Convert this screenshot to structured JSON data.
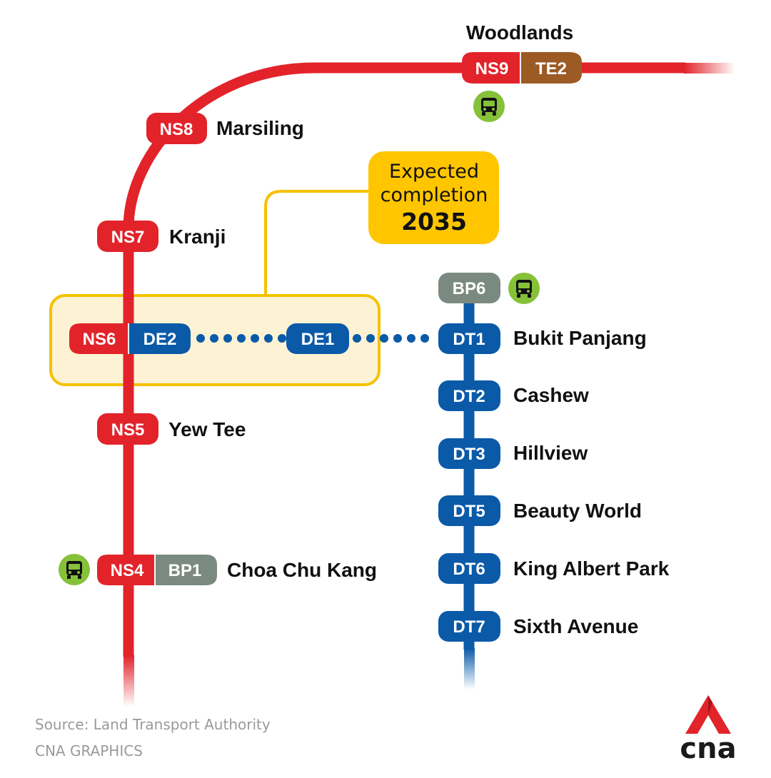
{
  "colors": {
    "ns_line": "#e2232a",
    "dt_line": "#0a5aa8",
    "te_line": "#9c5a25",
    "bp_line": "#7b8a80",
    "highlight_border": "#f4c200",
    "highlight_fill": "#fdf2d4",
    "callout_fill": "#ffc600",
    "bus_icon_bg": "#86c13a",
    "logo_red": "#e2232a"
  },
  "callout": {
    "line1": "Expected",
    "line2": "completion",
    "year": "2035"
  },
  "stations": {
    "woodlands": {
      "name": "Woodlands",
      "codes": [
        "NS9",
        "TE2"
      ],
      "bus": true
    },
    "marsiling": {
      "name": "Marsiling",
      "codes": [
        "NS8"
      ]
    },
    "kranji": {
      "name": "Kranji",
      "codes": [
        "NS7"
      ]
    },
    "ns6": {
      "codes": [
        "NS6",
        "DE2"
      ]
    },
    "de1": {
      "codes": [
        "DE1"
      ]
    },
    "yew_tee": {
      "name": "Yew Tee",
      "codes": [
        "NS5"
      ]
    },
    "choa_chu_kang": {
      "name": "Choa Chu Kang",
      "codes": [
        "NS4",
        "BP1"
      ],
      "bus": true
    },
    "bp6": {
      "codes": [
        "BP6"
      ],
      "bus": true
    },
    "bukit_panjang": {
      "name": "Bukit Panjang",
      "codes": [
        "DT1"
      ]
    },
    "cashew": {
      "name": "Cashew",
      "codes": [
        "DT2"
      ]
    },
    "hillview": {
      "name": "Hillview",
      "codes": [
        "DT3"
      ]
    },
    "beauty_world": {
      "name": "Beauty World",
      "codes": [
        "DT5"
      ]
    },
    "king_albert_park": {
      "name": "King Albert Park",
      "codes": [
        "DT6"
      ]
    },
    "sixth_avenue": {
      "name": "Sixth Avenue",
      "codes": [
        "DT7"
      ]
    }
  },
  "icons": {
    "bus": "bus-icon",
    "logo": "cna-logo"
  },
  "footer": {
    "source": "Source: Land Transport Authority",
    "credit": "CNA GRAPHICS",
    "logo_text": "cna"
  }
}
